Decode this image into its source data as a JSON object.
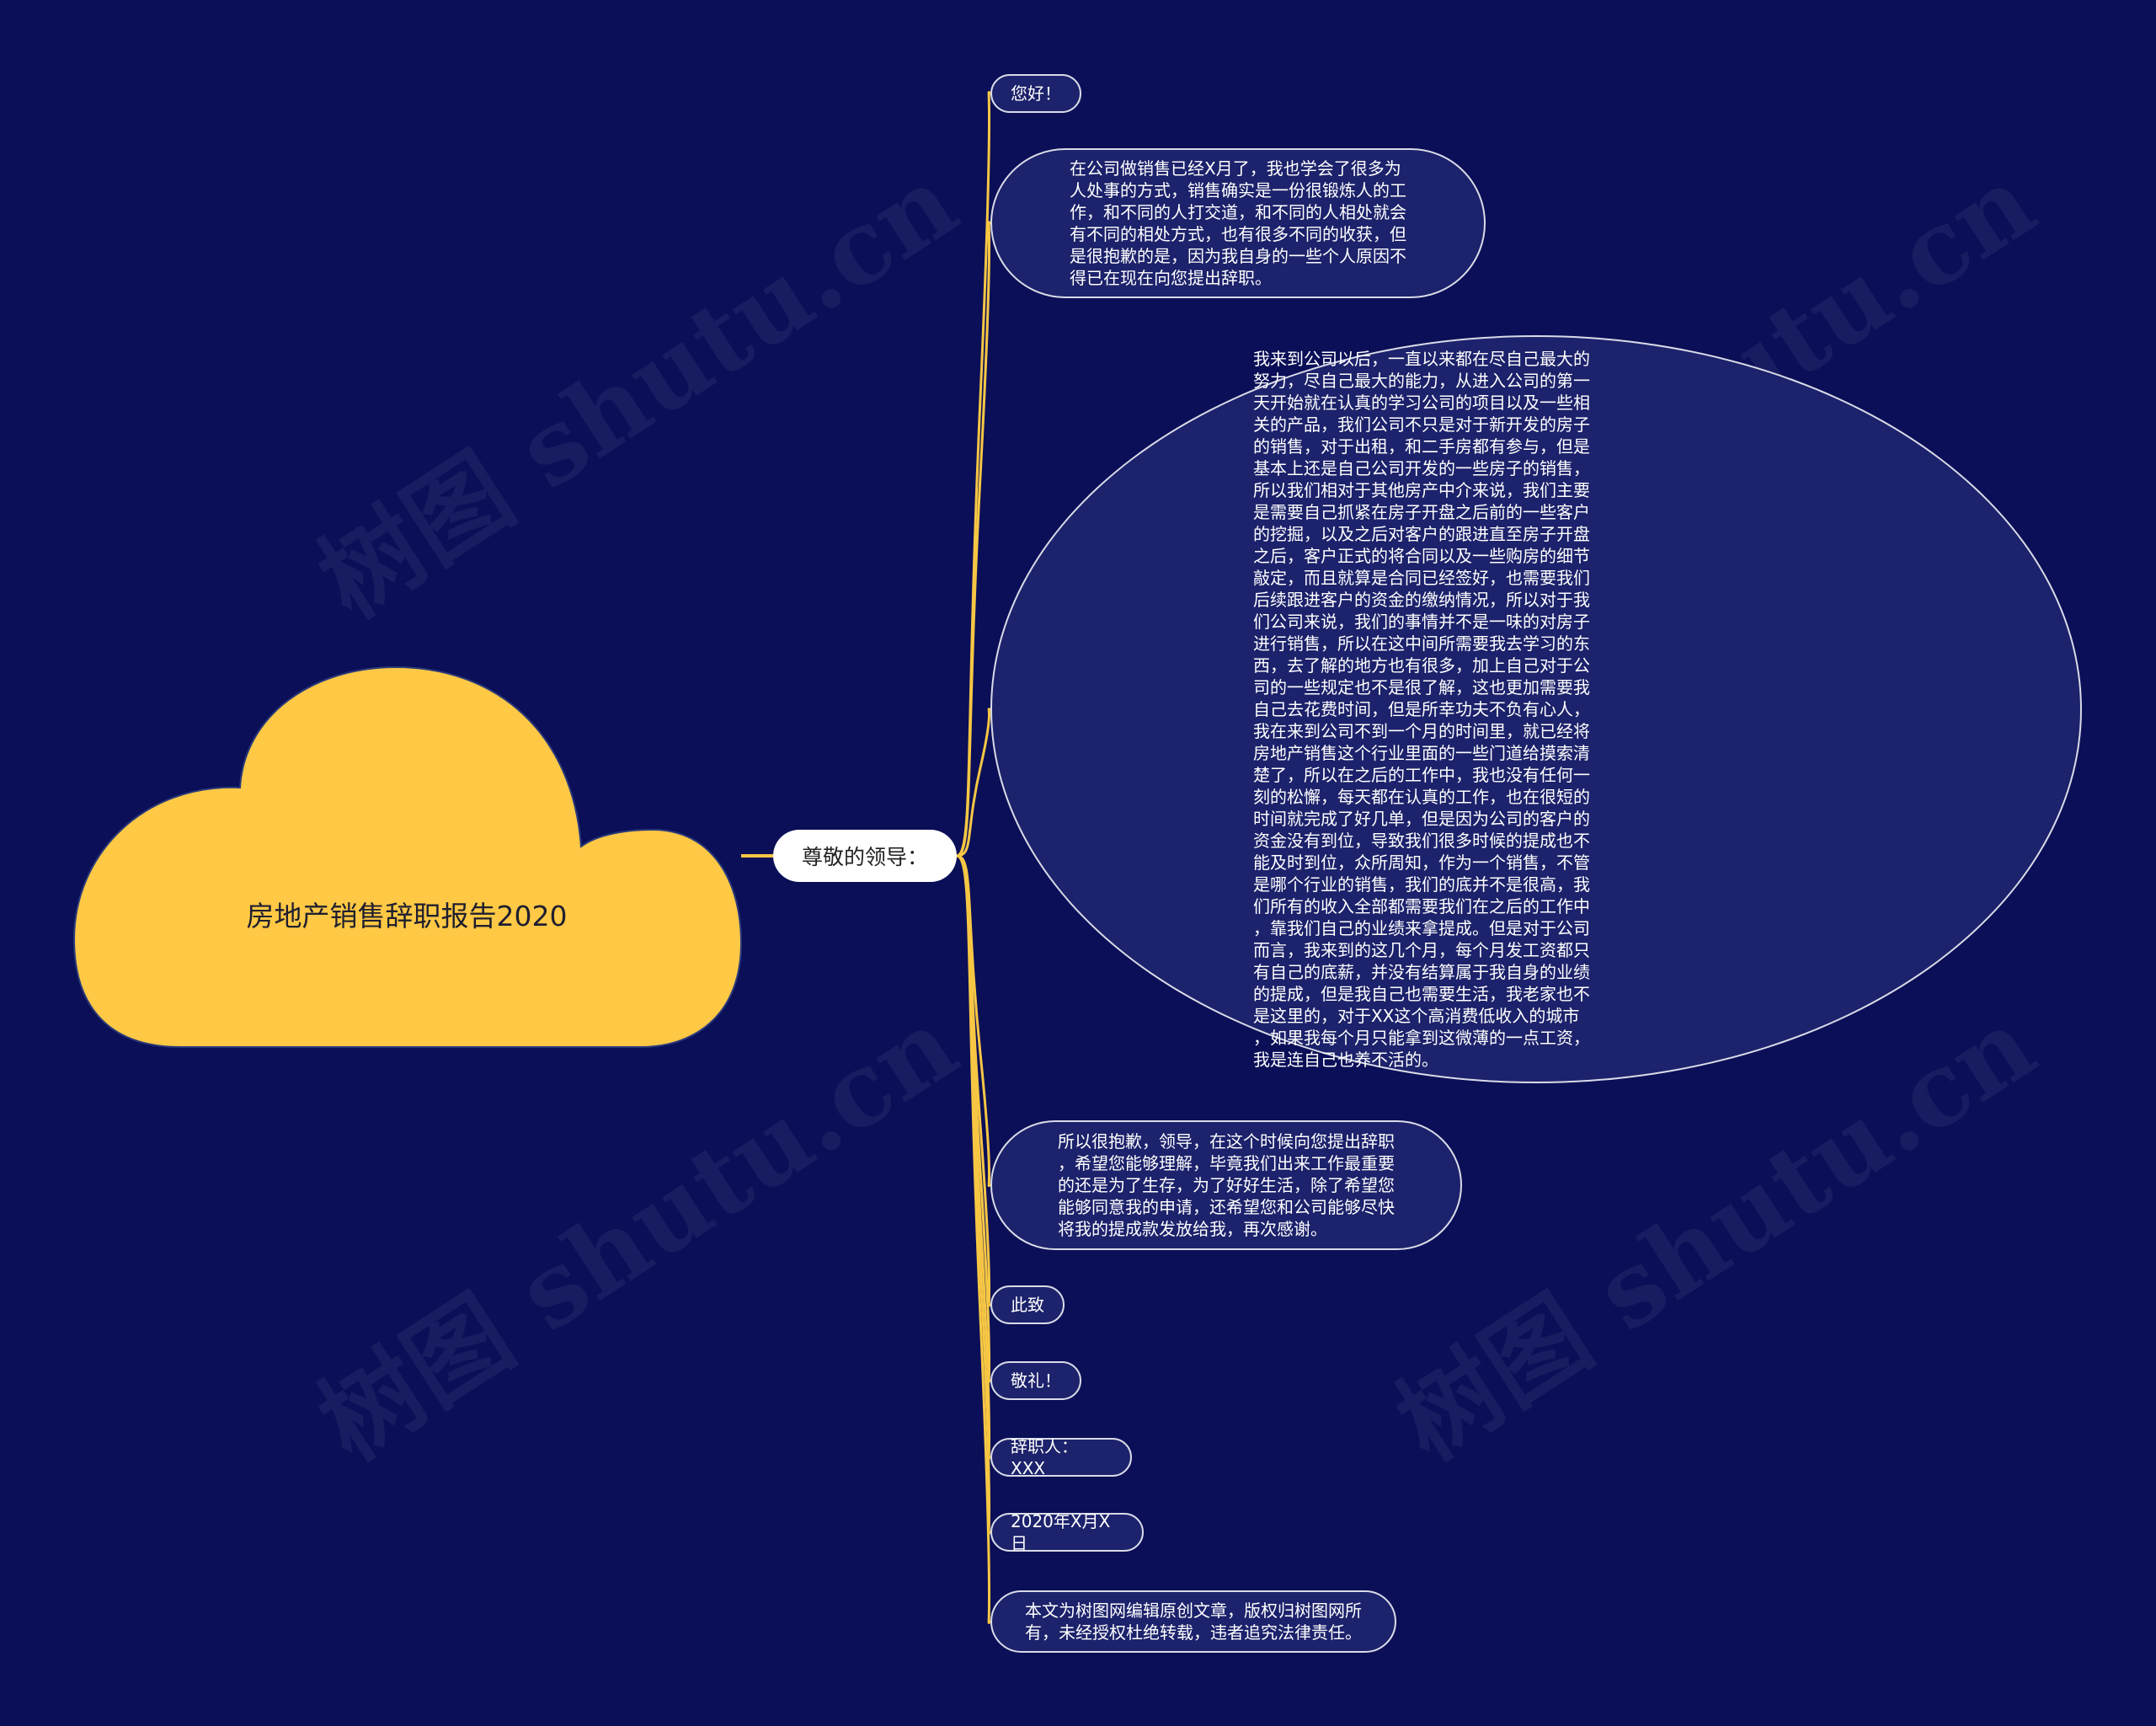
{
  "watermark": "树图 shutu.cn",
  "colors": {
    "background": "#0b0f57",
    "root_fill": "#ffc845",
    "connector": "#f7c744",
    "node_fill": "#1c226b",
    "node_border": "#d9dbe8",
    "branch_fill": "#ffffff"
  },
  "root": {
    "label": "房地产销售辞职报告2020"
  },
  "branch": {
    "label": "尊敬的领导："
  },
  "nodes": [
    {
      "text": "您好！"
    },
    {
      "text": "在公司做销售已经X月了，我也学会了很多为\n人处事的方式，销售确实是一份很锻炼人的工\n作，和不同的人打交道，和不同的人相处就会\n有不同的相处方式，也有很多不同的收获，但\n是很抱歉的是，因为我自身的一些个人原因不\n得已在现在向您提出辞职。"
    },
    {
      "text": "我来到公司以后，一直以来都在尽自己最大的\n努力，尽自己最大的能力，从进入公司的第一\n天开始就在认真的学习公司的项目以及一些相\n关的产品，我们公司不只是对于新开发的房子\n的销售，对于出租，和二手房都有参与，但是\n基本上还是自己公司开发的一些房子的销售，\n所以我们相对于其他房产中介来说，我们主要\n是需要自己抓紧在房子开盘之后前的一些客户\n的挖掘，以及之后对客户的跟进直至房子开盘\n之后，客户正式的将合同以及一些购房的细节\n敲定，而且就算是合同已经签好，也需要我们\n后续跟进客户的资金的缴纳情况，所以对于我\n们公司来说，我们的事情并不是一味的对房子\n进行销售，所以在这中间所需要我去学习的东\n西，去了解的地方也有很多，加上自己对于公\n司的一些规定也不是很了解，这也更加需要我\n自己去花费时间，但是所幸功夫不负有心人，\n我在来到公司不到一个月的时间里，就已经将\n房地产销售这个行业里面的一些门道给摸索清\n楚了，所以在之后的工作中，我也没有任何一\n刻的松懈，每天都在认真的工作，也在很短的\n时间就完成了好几单，但是因为公司的客户的\n资金没有到位，导致我们很多时候的提成也不\n能及时到位，众所周知，作为一个销售，不管\n是哪个行业的销售，我们的底并不是很高，我\n们所有的收入全部都需要我们在之后的工作中\n，靠我们自己的业绩来拿提成。但是对于公司\n而言，我来到的这几个月，每个月发工资都只\n有自己的底薪，并没有结算属于我自身的业绩\n的提成，但是我自己也需要生活，我老家也不\n是这里的，对于XX这个高消费低收入的城市\n，如果我每个月只能拿到这微薄的一点工资，\n我是连自己也养不活的。"
    },
    {
      "text": "所以很抱歉，领导，在这个时候向您提出辞职\n，希望您能够理解，毕竟我们出来工作最重要\n的还是为了生存，为了好好生活，除了希望您\n能够同意我的申请，还希望您和公司能够尽快\n将我的提成款发放给我，再次感谢。"
    },
    {
      "text": "此致"
    },
    {
      "text": "敬礼！"
    },
    {
      "text": "辞职人：XXX"
    },
    {
      "text": "2020年X月X日"
    },
    {
      "text": "本文为树图网编辑原创文章，版权归树图网所\n有，未经授权杜绝转载，违者追究法律责任。"
    }
  ]
}
